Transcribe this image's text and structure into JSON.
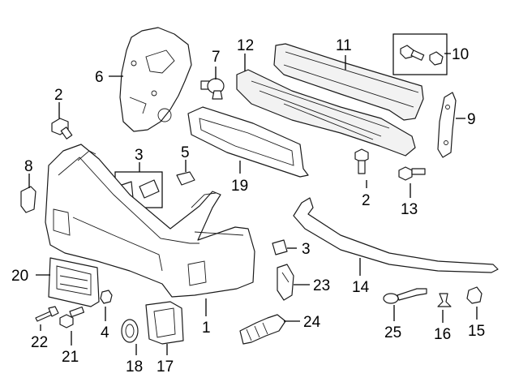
{
  "callouts": {
    "c1": "1",
    "c2a": "2",
    "c2b": "2",
    "c3a": "3",
    "c3b": "3",
    "c4": "4",
    "c5": "5",
    "c6": "6",
    "c7": "7",
    "c8": "8",
    "c9": "9",
    "c10": "10",
    "c11": "11",
    "c12": "12",
    "c13": "13",
    "c14": "14",
    "c15": "15",
    "c16": "16",
    "c17": "17",
    "c18": "18",
    "c19": "19",
    "c20": "20",
    "c21": "21",
    "c22": "22",
    "c23": "23",
    "c24": "24",
    "c25": "25"
  }
}
